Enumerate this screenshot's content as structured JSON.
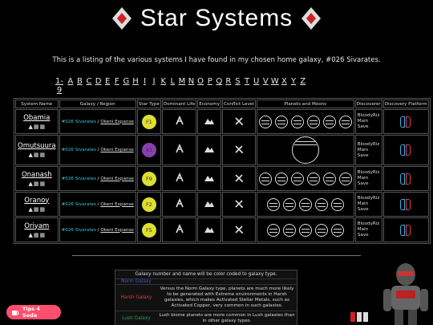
{
  "page": {
    "title": "Star Systems",
    "description": "This is a listing of the various systems I have found in my chosen home galaxy, #026 Sivarates."
  },
  "alphabet": [
    "1-9",
    "A",
    "B",
    "C",
    "D",
    "E",
    "F",
    "G",
    "H",
    "I",
    "J",
    "K",
    "L",
    "M",
    "N",
    "O",
    "P",
    "Q",
    "R",
    "S",
    "T",
    "U",
    "V",
    "W",
    "X",
    "Y",
    "Z"
  ],
  "table": {
    "headers": [
      "System Name",
      "Galaxy / Region",
      "Star Type",
      "Dominant Life",
      "Economy",
      "Conflict Level",
      "Planets and Moons",
      "Discoverer",
      "Discovery Platform"
    ],
    "rows": [
      {
        "name": "Obamia",
        "galaxy": "#026 Sivarates",
        "region": "Okeni Expanse",
        "star": "F1",
        "star_color": "#dede30",
        "discoverer": "BloodyRiz",
        "note": "Main Save",
        "planets": 6
      },
      {
        "name": "Omutsuura",
        "galaxy": "#026 Sivarates",
        "region": "Okeni Expanse",
        "star": "X5",
        "star_color": "#8a3fb0",
        "discoverer": "BloodyRiz",
        "note": "Main Save",
        "planets": 1
      },
      {
        "name": "Onanash",
        "galaxy": "#026 Sivarates",
        "region": "Okeni Expanse",
        "star": "F9",
        "star_color": "#dede30",
        "discoverer": "BloodyRiz",
        "note": "Main Save",
        "planets": 6
      },
      {
        "name": "Oranoy",
        "galaxy": "#026 Sivarates",
        "region": "Okeni Expanse",
        "star": "F2",
        "star_color": "#dede30",
        "discoverer": "BloodyRiz",
        "note": "Main Save",
        "planets": 5
      },
      {
        "name": "Oriyam",
        "galaxy": "#026 Sivarates",
        "region": "Okeni Expanse",
        "star": "F5",
        "star_color": "#dede30",
        "discoverer": "BloodyRiz",
        "note": "Main Save",
        "planets": 5
      }
    ]
  },
  "legend": {
    "heading": "Galaxy number and name will be color coded to galaxy type.",
    "rows": [
      {
        "key": "Norm Galaxy",
        "key_color": "#3b5bd0",
        "text": ""
      },
      {
        "key": "Harsh Galaxy",
        "key_color": "#e04030",
        "text": "Versus the Norm Galaxy type, planets are much more likely to be generated with Extreme environments in Harsh galaxies, which makes Activated Stellar Metals, such as Activated Copper, very common in such galaxies."
      },
      {
        "key": "Lush Galaxy",
        "key_color": "#30a050",
        "text": "Lush biome planets are more common in Lush galaxies than in other galaxy types."
      }
    ]
  },
  "tips": {
    "label": "Tips 4 Soda"
  }
}
